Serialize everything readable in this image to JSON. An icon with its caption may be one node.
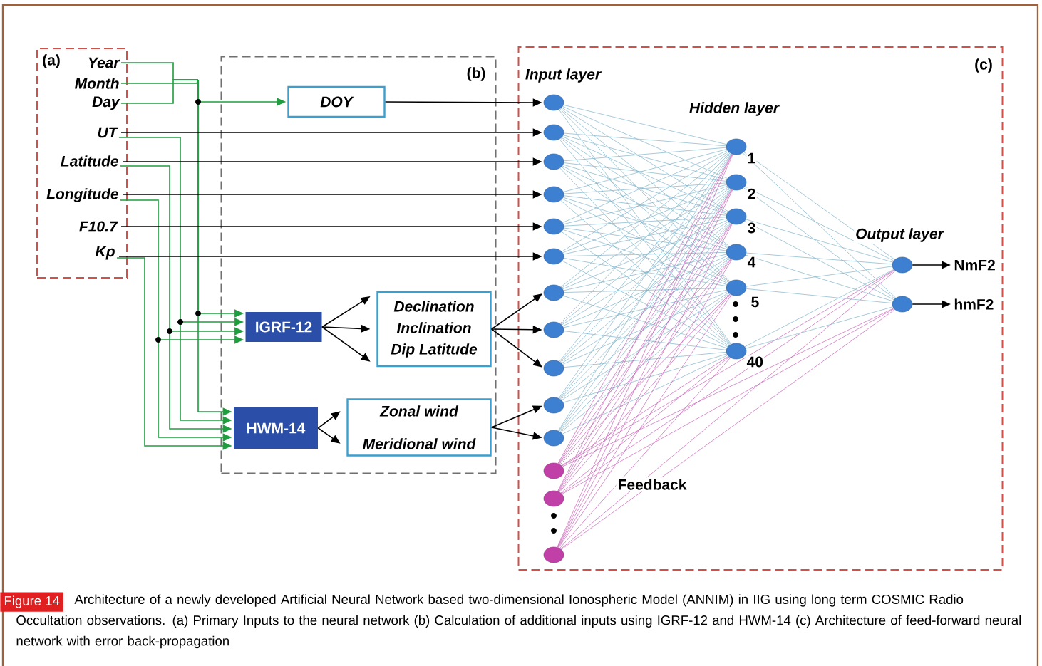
{
  "diagram": {
    "caption": "Architecture of a newly developed Artificial Neural Network based two-dimensional Ionospheric Model (ANNIM) in IIG using long term COSMIC Radio Occultation observations. (a) Primary Inputs to the neural network (b) Calculation of additional inputs using IGRF-12 and HWM-14 (c) Architecture of feed-forward neural network with error back-propagation",
    "nodes": [
      {
        "text": [
          "(a)"
        ]
      },
      {
        "text": [
          "Year"
        ],
        "in": 0
      },
      {
        "text": [
          "Month"
        ],
        "in": 0
      },
      {
        "text": [
          "Day"
        ],
        "in": 0
      },
      {
        "text": [
          "UT"
        ],
        "in": 0
      },
      {
        "text": [
          "Latitude"
        ],
        "in": 0
      },
      {
        "text": [
          "Longitude"
        ],
        "in": 0
      },
      {
        "text": [
          "F10.7"
        ],
        "in": 0
      },
      {
        "text": [
          "Kp"
        ],
        "in": 0
      },
      {
        "text": [
          "(b)"
        ]
      },
      {
        "text": [
          "DOY"
        ],
        "in": 9
      },
      {
        "text": [
          "IGRF-12"
        ],
        "in": 9
      },
      {
        "text": [
          "Declination",
          "Inclination",
          "Dip Latitude"
        ],
        "in": 9
      },
      {
        "text": [
          "HWM-14"
        ],
        "in": 9
      },
      {
        "text": [
          "Zonal wind",
          "Meridional wind"
        ],
        "in": 9
      },
      {
        "text": [
          "(c)"
        ]
      },
      {
        "text": [],
        "shape": "circle",
        "in": 15
      },
      {
        "text": [],
        "shape": "circle",
        "in": 15
      },
      {
        "text": [],
        "shape": "circle",
        "in": 15
      },
      {
        "text": [],
        "shape": "circle",
        "in": 15
      },
      {
        "text": [],
        "shape": "circle",
        "in": 15
      },
      {
        "text": [],
        "shape": "circle",
        "in": 15
      },
      {
        "text": [],
        "shape": "circle",
        "in": 15
      },
      {
        "text": [],
        "shape": "circle",
        "in": 15
      },
      {
        "text": [],
        "shape": "circle",
        "in": 15
      },
      {
        "text": [],
        "shape": "circle",
        "in": 15
      },
      {
        "text": [],
        "shape": "circle",
        "in": 15
      },
      {
        "text": [],
        "shape": "circle",
        "in": 15
      },
      {
        "text": [],
        "shape": "circle",
        "in": 15
      },
      {
        "text": [],
        "shape": "circle",
        "in": 15
      },
      {
        "text": [],
        "shape": "circle",
        "in": 15,
        "beside": [
          "1"
        ]
      },
      {
        "text": [],
        "shape": "circle",
        "in": 15,
        "beside": [
          "2"
        ]
      },
      {
        "text": [],
        "shape": "circle",
        "in": 15,
        "beside": [
          "3"
        ]
      },
      {
        "text": [],
        "shape": "circle",
        "in": 15,
        "beside": [
          "4"
        ]
      },
      {
        "text": [],
        "shape": "circle",
        "in": 15,
        "beside": [
          "5"
        ]
      },
      {
        "text": [],
        "shape": "circle",
        "in": 15,
        "beside": [
          "40"
        ]
      },
      {
        "text": [],
        "shape": "circle",
        "in": 15
      },
      {
        "text": [],
        "shape": "circle",
        "in": 15
      },
      {
        "text": [
          "NmF2"
        ],
        "in": 15
      },
      {
        "text": [
          "hmF2"
        ],
        "in": 15
      }
    ],
    "edges": [
      {
        "from": 1,
        "to": 10,
        "arrow": "to",
        "color": "#1e9e3e"
      },
      {
        "from": 2,
        "to": 10,
        "arrow": "to",
        "color": "#1e9e3e"
      },
      {
        "from": 3,
        "to": 10,
        "arrow": "to",
        "color": "#1e9e3e"
      },
      {
        "from": 1,
        "to": 11,
        "arrow": "to",
        "color": "#1e9e3e"
      },
      {
        "from": 2,
        "to": 11,
        "arrow": "to",
        "color": "#1e9e3e"
      },
      {
        "from": 3,
        "to": 11,
        "arrow": "to",
        "color": "#1e9e3e"
      },
      {
        "from": 1,
        "to": 13,
        "arrow": "to",
        "color": "#1e9e3e"
      },
      {
        "from": 2,
        "to": 13,
        "arrow": "to",
        "color": "#1e9e3e"
      },
      {
        "from": 3,
        "to": 13,
        "arrow": "to",
        "color": "#1e9e3e"
      },
      {
        "from": 10,
        "to": 16,
        "arrow": "to",
        "color": "#000000"
      },
      {
        "from": 4,
        "to": 17,
        "arrow": "to",
        "color": "#000000"
      },
      {
        "from": 4,
        "to": 11,
        "arrow": "to",
        "color": "#1e9e3e"
      },
      {
        "from": 4,
        "to": 13,
        "arrow": "to",
        "color": "#1e9e3e"
      },
      {
        "from": 5,
        "to": 18,
        "arrow": "to",
        "color": "#000000"
      },
      {
        "from": 5,
        "to": 11,
        "arrow": "to",
        "color": "#1e9e3e"
      },
      {
        "from": 5,
        "to": 13,
        "arrow": "to",
        "color": "#1e9e3e"
      },
      {
        "from": 6,
        "to": 19,
        "arrow": "to",
        "color": "#000000"
      },
      {
        "from": 6,
        "to": 11,
        "arrow": "to",
        "color": "#1e9e3e"
      },
      {
        "from": 6,
        "to": 13,
        "arrow": "to",
        "color": "#1e9e3e"
      },
      {
        "from": 7,
        "to": 20,
        "arrow": "to",
        "color": "#000000"
      },
      {
        "from": 8,
        "to": 21,
        "arrow": "to",
        "color": "#000000"
      },
      {
        "from": 8,
        "to": 13,
        "arrow": "to",
        "color": "#1e9e3e"
      },
      {
        "from": 11,
        "to": 12,
        "arrow": "to",
        "color": "#000000"
      },
      {
        "from": 11,
        "to": 12,
        "arrow": "to",
        "color": "#000000"
      },
      {
        "from": 11,
        "to": 12,
        "arrow": "to",
        "color": "#000000"
      },
      {
        "from": 12,
        "to": 22,
        "arrow": "to",
        "color": "#000000"
      },
      {
        "from": 12,
        "to": 23,
        "arrow": "to",
        "color": "#000000"
      },
      {
        "from": 12,
        "to": 24,
        "arrow": "to",
        "color": "#000000"
      },
      {
        "from": 13,
        "to": 14,
        "arrow": "to",
        "color": "#000000"
      },
      {
        "from": 13,
        "to": 14,
        "arrow": "to",
        "color": "#000000"
      },
      {
        "from": 14,
        "to": 25,
        "arrow": "to",
        "color": "#000000"
      },
      {
        "from": 14,
        "to": 26,
        "arrow": "to",
        "color": "#000000"
      },
      {
        "from": 36,
        "to": 38,
        "arrow": "to",
        "color": "#000000"
      },
      {
        "from": 37,
        "to": 39,
        "arrow": "to",
        "color": "#000000"
      },
      {
        "from": 16,
        "to": 30,
        "arrow": "none",
        "color": "#7fb3c8"
      },
      {
        "from": 16,
        "to": 31,
        "arrow": "none",
        "color": "#7fb3c8"
      },
      {
        "from": 16,
        "to": 32,
        "arrow": "none",
        "color": "#7fb3c8"
      },
      {
        "from": 16,
        "to": 33,
        "arrow": "none",
        "color": "#7fb3c8"
      },
      {
        "from": 16,
        "to": 34,
        "arrow": "none",
        "color": "#7fb3c8"
      },
      {
        "from": 16,
        "to": 35,
        "arrow": "none",
        "color": "#7fb3c8"
      },
      {
        "from": 17,
        "to": 30,
        "arrow": "none",
        "color": "#7fb3c8"
      },
      {
        "from": 17,
        "to": 31,
        "arrow": "none",
        "color": "#7fb3c8"
      },
      {
        "from": 17,
        "to": 32,
        "arrow": "none",
        "color": "#7fb3c8"
      },
      {
        "from": 17,
        "to": 33,
        "arrow": "none",
        "color": "#7fb3c8"
      },
      {
        "from": 17,
        "to": 34,
        "arrow": "none",
        "color": "#7fb3c8"
      },
      {
        "from": 17,
        "to": 35,
        "arrow": "none",
        "color": "#7fb3c8"
      },
      {
        "from": 18,
        "to": 30,
        "arrow": "none",
        "color": "#7fb3c8"
      },
      {
        "from": 18,
        "to": 31,
        "arrow": "none",
        "color": "#7fb3c8"
      },
      {
        "from": 18,
        "to": 32,
        "arrow": "none",
        "color": "#7fb3c8"
      },
      {
        "from": 18,
        "to": 33,
        "arrow": "none",
        "color": "#7fb3c8"
      },
      {
        "from": 18,
        "to": 34,
        "arrow": "none",
        "color": "#7fb3c8"
      },
      {
        "from": 18,
        "to": 35,
        "arrow": "none",
        "color": "#7fb3c8"
      },
      {
        "from": 19,
        "to": 30,
        "arrow": "none",
        "color": "#7fb3c8"
      },
      {
        "from": 19,
        "to": 31,
        "arrow": "none",
        "color": "#7fb3c8"
      },
      {
        "from": 19,
        "to": 32,
        "arrow": "none",
        "color": "#7fb3c8"
      },
      {
        "from": 19,
        "to": 33,
        "arrow": "none",
        "color": "#7fb3c8"
      },
      {
        "from": 19,
        "to": 34,
        "arrow": "none",
        "color": "#7fb3c8"
      },
      {
        "from": 19,
        "to": 35,
        "arrow": "none",
        "color": "#7fb3c8"
      },
      {
        "from": 20,
        "to": 30,
        "arrow": "none",
        "color": "#7fb3c8"
      },
      {
        "from": 20,
        "to": 31,
        "arrow": "none",
        "color": "#7fb3c8"
      },
      {
        "from": 20,
        "to": 32,
        "arrow": "none",
        "color": "#7fb3c8"
      },
      {
        "from": 20,
        "to": 33,
        "arrow": "none",
        "color": "#7fb3c8"
      },
      {
        "from": 20,
        "to": 34,
        "arrow": "none",
        "color": "#7fb3c8"
      },
      {
        "from": 20,
        "to": 35,
        "arrow": "none",
        "color": "#7fb3c8"
      },
      {
        "from": 21,
        "to": 30,
        "arrow": "none",
        "color": "#7fb3c8"
      },
      {
        "from": 21,
        "to": 31,
        "arrow": "none",
        "color": "#7fb3c8"
      },
      {
        "from": 21,
        "to": 32,
        "arrow": "none",
        "color": "#7fb3c8"
      },
      {
        "from": 21,
        "to": 33,
        "arrow": "none",
        "color": "#7fb3c8"
      },
      {
        "from": 21,
        "to": 34,
        "arrow": "none",
        "color": "#7fb3c8"
      },
      {
        "from": 21,
        "to": 35,
        "arrow": "none",
        "color": "#7fb3c8"
      },
      {
        "from": 22,
        "to": 30,
        "arrow": "none",
        "color": "#7fb3c8"
      },
      {
        "from": 22,
        "to": 31,
        "arrow": "none",
        "color": "#7fb3c8"
      },
      {
        "from": 22,
        "to": 32,
        "arrow": "none",
        "color": "#7fb3c8"
      },
      {
        "from": 22,
        "to": 33,
        "arrow": "none",
        "color": "#7fb3c8"
      },
      {
        "from": 22,
        "to": 34,
        "arrow": "none",
        "color": "#7fb3c8"
      },
      {
        "from": 22,
        "to": 35,
        "arrow": "none",
        "color": "#7fb3c8"
      },
      {
        "from": 23,
        "to": 30,
        "arrow": "none",
        "color": "#7fb3c8"
      },
      {
        "from": 23,
        "to": 31,
        "arrow": "none",
        "color": "#7fb3c8"
      },
      {
        "from": 23,
        "to": 32,
        "arrow": "none",
        "color": "#7fb3c8"
      },
      {
        "from": 23,
        "to": 33,
        "arrow": "none",
        "color": "#7fb3c8"
      },
      {
        "from": 23,
        "to": 34,
        "arrow": "none",
        "color": "#7fb3c8"
      },
      {
        "from": 23,
        "to": 35,
        "arrow": "none",
        "color": "#7fb3c8"
      },
      {
        "from": 24,
        "to": 30,
        "arrow": "none",
        "color": "#7fb3c8"
      },
      {
        "from": 24,
        "to": 31,
        "arrow": "none",
        "color": "#7fb3c8"
      },
      {
        "from": 24,
        "to": 32,
        "arrow": "none",
        "color": "#7fb3c8"
      },
      {
        "from": 24,
        "to": 33,
        "arrow": "none",
        "color": "#7fb3c8"
      },
      {
        "from": 24,
        "to": 34,
        "arrow": "none",
        "color": "#7fb3c8"
      },
      {
        "from": 24,
        "to": 35,
        "arrow": "none",
        "color": "#7fb3c8"
      },
      {
        "from": 25,
        "to": 30,
        "arrow": "none",
        "color": "#7fb3c8"
      },
      {
        "from": 25,
        "to": 31,
        "arrow": "none",
        "color": "#7fb3c8"
      },
      {
        "from": 25,
        "to": 32,
        "arrow": "none",
        "color": "#7fb3c8"
      },
      {
        "from": 25,
        "to": 33,
        "arrow": "none",
        "color": "#7fb3c8"
      },
      {
        "from": 25,
        "to": 34,
        "arrow": "none",
        "color": "#7fb3c8"
      },
      {
        "from": 25,
        "to": 35,
        "arrow": "none",
        "color": "#7fb3c8"
      },
      {
        "from": 26,
        "to": 30,
        "arrow": "none",
        "color": "#7fb3c8"
      },
      {
        "from": 26,
        "to": 31,
        "arrow": "none",
        "color": "#7fb3c8"
      },
      {
        "from": 26,
        "to": 32,
        "arrow": "none",
        "color": "#7fb3c8"
      },
      {
        "from": 26,
        "to": 33,
        "arrow": "none",
        "color": "#7fb3c8"
      },
      {
        "from": 26,
        "to": 34,
        "arrow": "none",
        "color": "#7fb3c8"
      },
      {
        "from": 26,
        "to": 35,
        "arrow": "none",
        "color": "#7fb3c8"
      },
      {
        "from": 27,
        "to": 30,
        "arrow": "none",
        "color": "#c860b8"
      },
      {
        "from": 27,
        "to": 31,
        "arrow": "none",
        "color": "#c860b8"
      },
      {
        "from": 27,
        "to": 32,
        "arrow": "none",
        "color": "#c860b8"
      },
      {
        "from": 27,
        "to": 33,
        "arrow": "none",
        "color": "#c860b8"
      },
      {
        "from": 27,
        "to": 34,
        "arrow": "none",
        "color": "#c860b8"
      },
      {
        "from": 27,
        "to": 35,
        "arrow": "none",
        "color": "#c860b8"
      },
      {
        "from": 27,
        "to": 36,
        "arrow": "none",
        "color": "#c860b8"
      },
      {
        "from": 27,
        "to": 37,
        "arrow": "none",
        "color": "#c860b8"
      },
      {
        "from": 28,
        "to": 30,
        "arrow": "none",
        "color": "#c860b8"
      },
      {
        "from": 28,
        "to": 31,
        "arrow": "none",
        "color": "#c860b8"
      },
      {
        "from": 28,
        "to": 32,
        "arrow": "none",
        "color": "#c860b8"
      },
      {
        "from": 28,
        "to": 33,
        "arrow": "none",
        "color": "#c860b8"
      },
      {
        "from": 28,
        "to": 34,
        "arrow": "none",
        "color": "#c860b8"
      },
      {
        "from": 28,
        "to": 35,
        "arrow": "none",
        "color": "#c860b8"
      },
      {
        "from": 28,
        "to": 36,
        "arrow": "none",
        "color": "#c860b8"
      },
      {
        "from": 28,
        "to": 37,
        "arrow": "none",
        "color": "#c860b8"
      },
      {
        "from": 29,
        "to": 30,
        "arrow": "none",
        "color": "#c860b8"
      },
      {
        "from": 29,
        "to": 31,
        "arrow": "none",
        "color": "#c860b8"
      },
      {
        "from": 29,
        "to": 32,
        "arrow": "none",
        "color": "#c860b8"
      },
      {
        "from": 29,
        "to": 33,
        "arrow": "none",
        "color": "#c860b8"
      },
      {
        "from": 29,
        "to": 34,
        "arrow": "none",
        "color": "#c860b8"
      },
      {
        "from": 29,
        "to": 35,
        "arrow": "none",
        "color": "#c860b8"
      },
      {
        "from": 29,
        "to": 36,
        "arrow": "none",
        "color": "#c860b8"
      },
      {
        "from": 29,
        "to": 37,
        "arrow": "none",
        "color": "#c860b8"
      },
      {
        "from": 30,
        "to": 36,
        "arrow": "none",
        "color": "#7fb3c8"
      },
      {
        "from": 30,
        "to": 37,
        "arrow": "none",
        "color": "#7fb3c8"
      },
      {
        "from": 31,
        "to": 36,
        "arrow": "none",
        "color": "#7fb3c8"
      },
      {
        "from": 31,
        "to": 37,
        "arrow": "none",
        "color": "#7fb3c8"
      },
      {
        "from": 32,
        "to": 36,
        "arrow": "none",
        "color": "#7fb3c8"
      },
      {
        "from": 32,
        "to": 37,
        "arrow": "none",
        "color": "#7fb3c8"
      },
      {
        "from": 33,
        "to": 36,
        "arrow": "none",
        "color": "#7fb3c8"
      },
      {
        "from": 33,
        "to": 37,
        "arrow": "none",
        "color": "#7fb3c8"
      },
      {
        "from": 34,
        "to": 36,
        "arrow": "none",
        "color": "#7fb3c8"
      },
      {
        "from": 34,
        "to": 37,
        "arrow": "none",
        "color": "#7fb3c8"
      },
      {
        "from": 35,
        "to": 36,
        "arrow": "none",
        "color": "#7fb3c8"
      },
      {
        "from": 35,
        "to": 37,
        "arrow": "none",
        "color": "#7fb3c8"
      }
    ],
    "labels": [
      "Input layer",
      "Hidden layer",
      "Output layer",
      "Feedback",
      "Figure 14"
    ]
  }
}
